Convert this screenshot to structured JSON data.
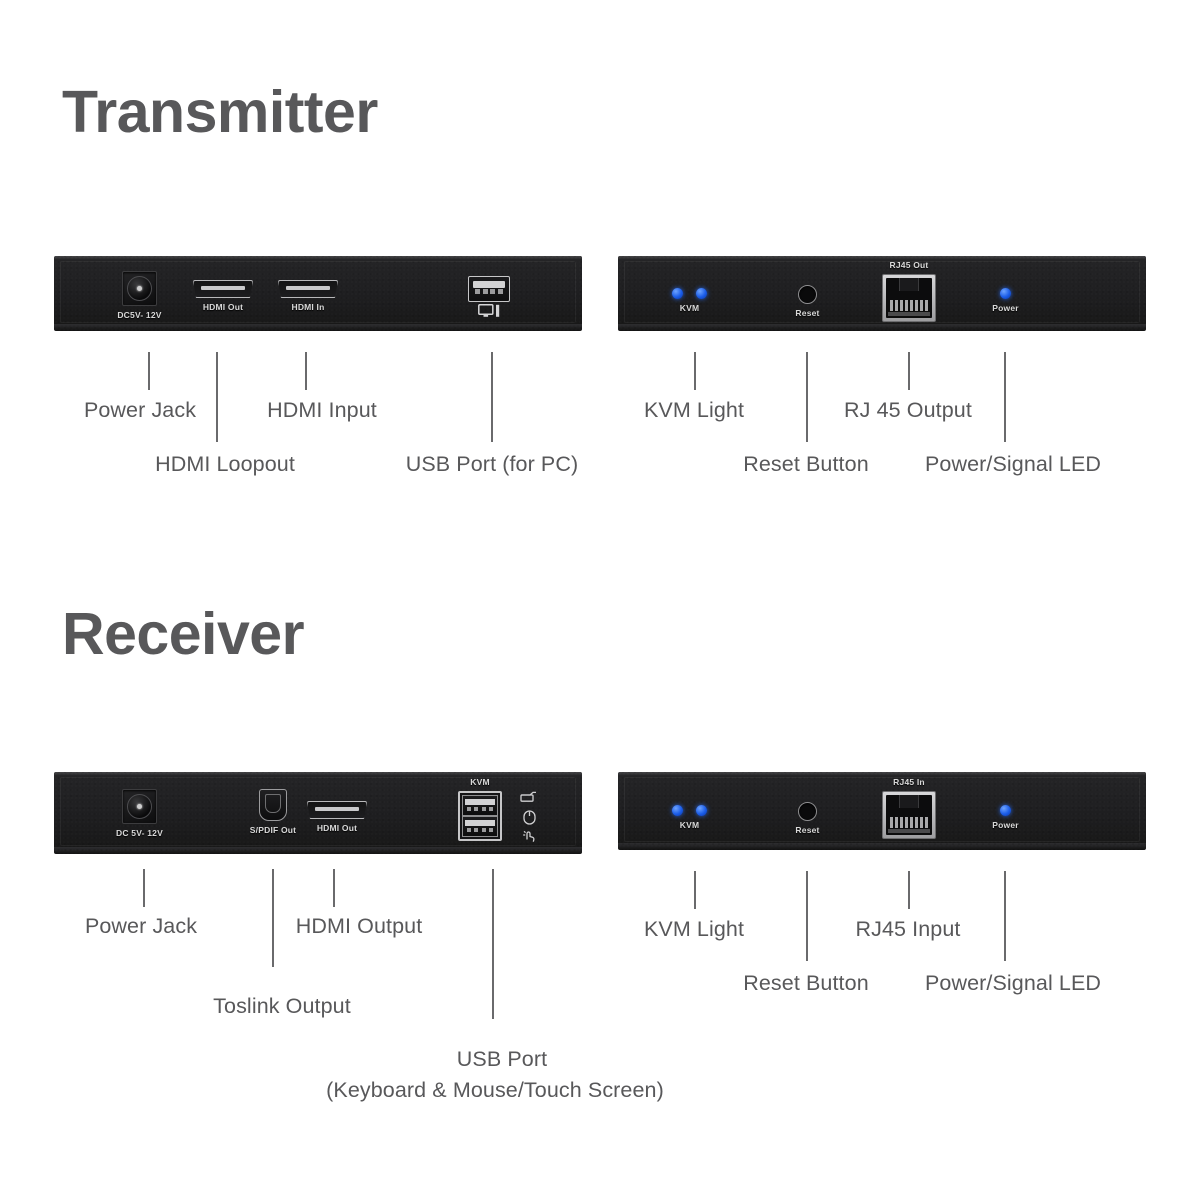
{
  "sections": {
    "transmitter": {
      "title": "Transmitter"
    },
    "receiver": {
      "title": "Receiver"
    }
  },
  "devices": {
    "transmitter_front": {
      "port_labels": {
        "dc": "DC5V- 12V",
        "hdmi_out": "HDMI Out",
        "hdmi_in": "HDMI In",
        "usb_icon": "monitor-icon"
      }
    },
    "transmitter_rear": {
      "port_labels": {
        "kvm": "KVM",
        "reset": "Reset",
        "rj45": "RJ45 Out",
        "power": "Power"
      }
    },
    "receiver_front": {
      "port_labels": {
        "dc": "DC 5V- 12V",
        "spdif": "S/PDIF Out",
        "hdmi_out": "HDMI Out",
        "kvm": "KVM"
      },
      "side_icons": [
        "keyboard-icon",
        "mouse-icon",
        "touch-screen-icon"
      ]
    },
    "receiver_rear": {
      "port_labels": {
        "kvm": "KVM",
        "reset": "Reset",
        "rj45": "RJ45 In",
        "power": "Power"
      }
    }
  },
  "callouts": {
    "transmitter_front": [
      {
        "label": "Power Jack"
      },
      {
        "label": "HDMI Loopout"
      },
      {
        "label": "HDMI Input"
      },
      {
        "label": "USB Port (for PC)"
      }
    ],
    "transmitter_rear": [
      {
        "label": "KVM Light"
      },
      {
        "label": "Reset Button"
      },
      {
        "label": "RJ 45 Output"
      },
      {
        "label": "Power/Signal LED"
      }
    ],
    "receiver_front": [
      {
        "label": "Power Jack"
      },
      {
        "label": "Toslink Output"
      },
      {
        "label": "HDMI Output"
      },
      {
        "label": "USB Port"
      },
      {
        "label": "(Keyboard & Mouse/Touch Screen)"
      }
    ],
    "receiver_rear": [
      {
        "label": "KVM Light"
      },
      {
        "label": "Reset Button"
      },
      {
        "label": "RJ45 Input"
      },
      {
        "label": "Power/Signal LED"
      }
    ]
  },
  "colors": {
    "heading": "#58585a",
    "body_text": "#58585a",
    "led_blue": "#1a5ce8",
    "chassis": "#1e1e20",
    "background": "#ffffff"
  }
}
